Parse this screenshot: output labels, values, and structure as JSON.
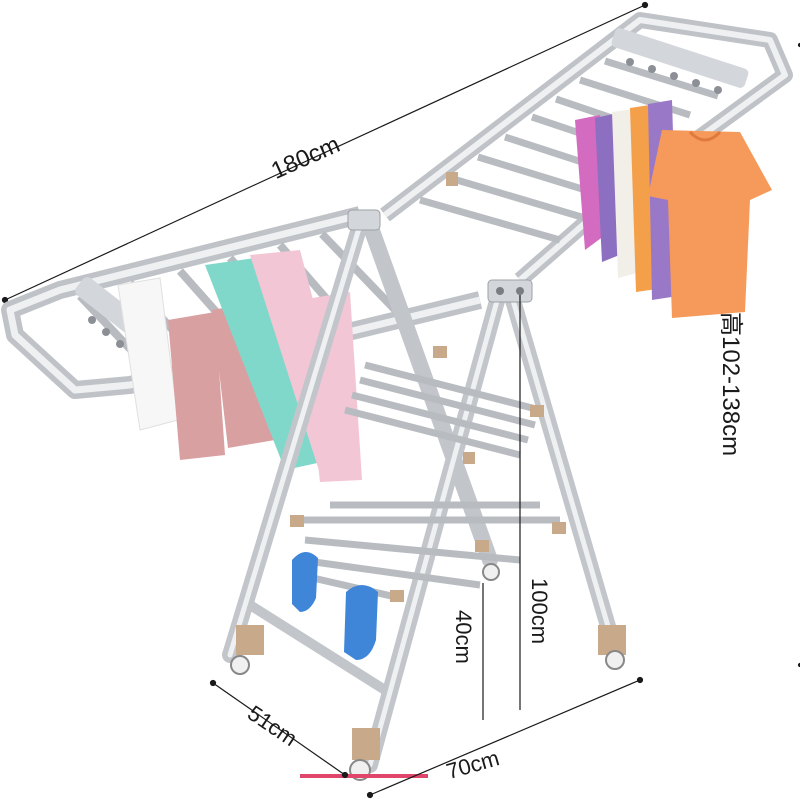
{
  "product": {
    "name": "folding-wing-clothes-drying-rack",
    "frame_color": "#c9ccd0",
    "accent_color": "#c8a98a"
  },
  "dimensions": {
    "length": "180cm",
    "height": "高102-138cm",
    "inner_height": "100cm",
    "shelf_height": "40cm",
    "depth": "51cm",
    "width": "70cm"
  },
  "garments": {
    "towels": [
      "#ffffff",
      "#d9a0a2",
      "#7fd8c9",
      "#f2c6d4"
    ],
    "shirts": [
      "#d36bc0",
      "#e8e0f0",
      "#f4a04a",
      "#9a78c8",
      "#ffffff",
      "#f59a5a"
    ],
    "slippers_color": "#3f86d8"
  }
}
